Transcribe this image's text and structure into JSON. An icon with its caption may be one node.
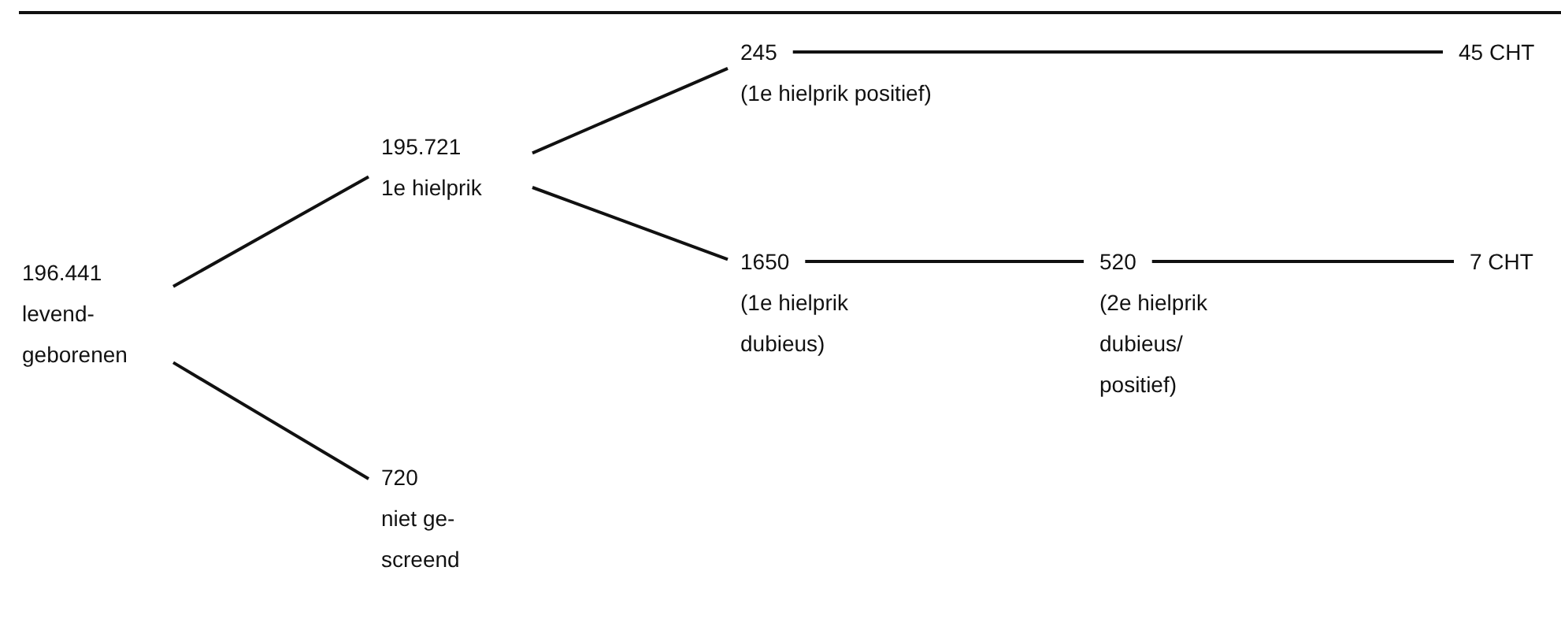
{
  "diagram": {
    "nodes": [
      {
        "text": [
          "196.441",
          "levend- geborenen"
        ]
      },
      {
        "text": [
          "195.721",
          "1e hielprik"
        ]
      },
      {
        "text": [
          "245",
          "(1e hielprik positief)"
        ]
      },
      {
        "text": [
          "45 CHT"
        ]
      },
      {
        "text": [
          "1650",
          "(1e hielprik dubieus)"
        ]
      },
      {
        "text": [
          "520",
          "(2e hielprik dubieus/ positief)"
        ]
      },
      {
        "text": [
          "7 CHT"
        ]
      },
      {
        "text": [
          "720",
          "niet ge- screend"
        ]
      }
    ],
    "edges": [
      {
        "from": 0,
        "to": 1,
        "arrow": "none"
      },
      {
        "from": 0,
        "to": 7,
        "arrow": "none"
      },
      {
        "from": 1,
        "to": 2,
        "arrow": "none"
      },
      {
        "from": 1,
        "to": 4,
        "arrow": "none"
      },
      {
        "from": 2,
        "to": 3,
        "arrow": "none"
      },
      {
        "from": 4,
        "to": 5,
        "arrow": "none"
      },
      {
        "from": 5,
        "to": 6,
        "arrow": "none"
      }
    ]
  }
}
